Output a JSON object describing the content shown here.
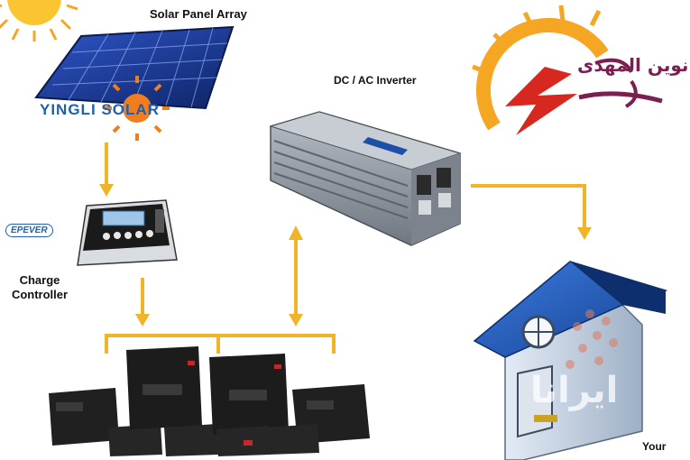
{
  "labels": {
    "solar_panel": "Solar Panel Array",
    "inverter": "DC / AC Inverter",
    "charge_controller": "Charge\nController",
    "house": "Your"
  },
  "logos": {
    "panel_brand": "YINGLI SOLAR",
    "controller_brand": "EPEVER",
    "arabic_logo": "نوین المهدی",
    "watermark": "ایرانا"
  },
  "colors": {
    "arrow": "#f0b429",
    "sun": "#f5a623",
    "panel": "#1b3a8c",
    "inverter": "#8d949e",
    "house_roof": "#1f55b5",
    "house_wall": "#c9d6e6",
    "battery": "#1e1e1e"
  },
  "icons": [
    "sun-icon",
    "solar-panel-icon",
    "inverter-icon",
    "charge-controller-icon",
    "battery-icon",
    "house-icon"
  ]
}
